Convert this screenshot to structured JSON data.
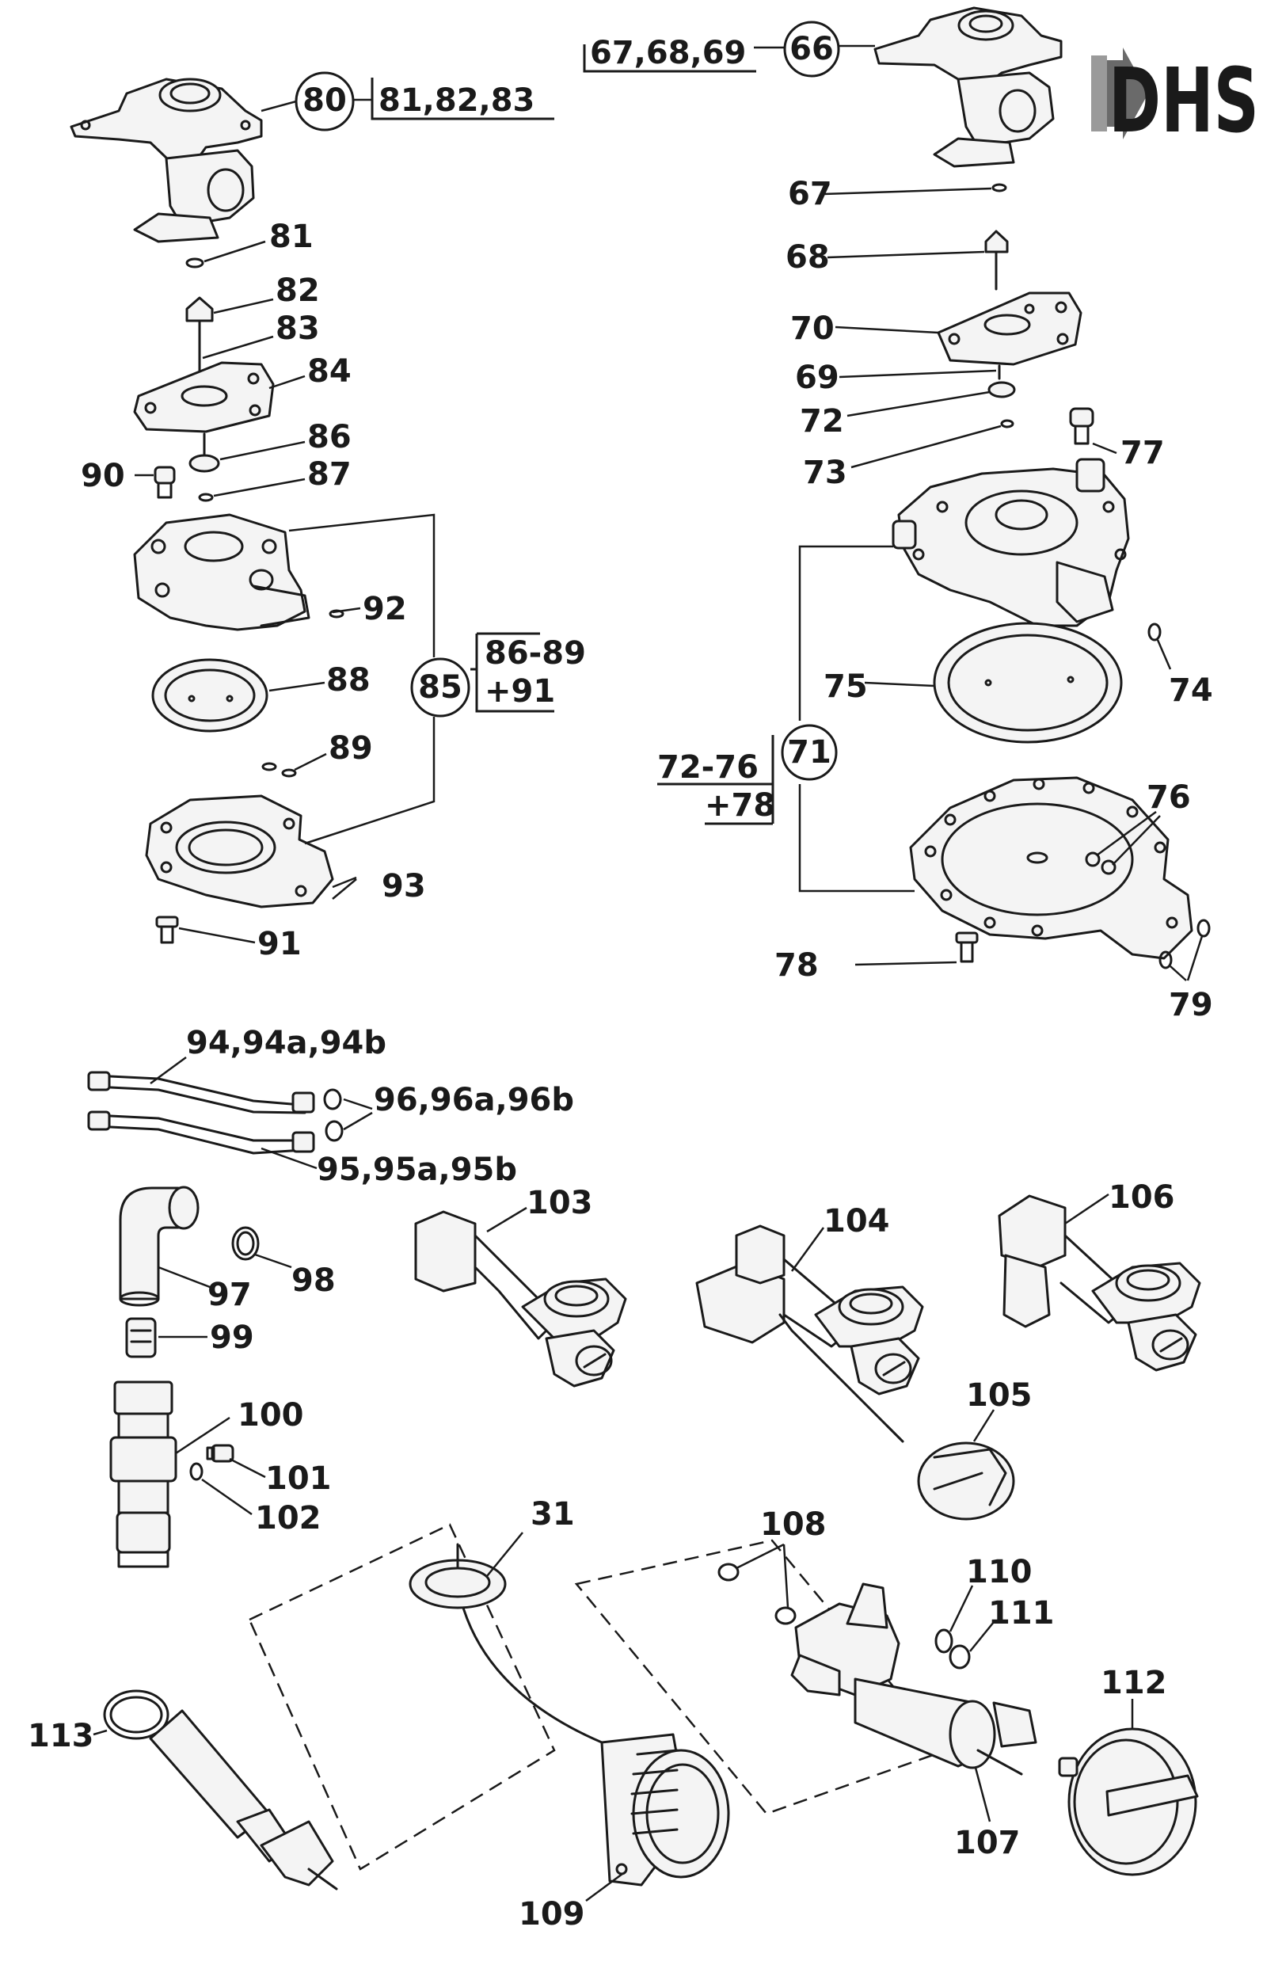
{
  "logo": {
    "text": "DHS"
  },
  "labels": {
    "l80": "80",
    "g80": "81,82,83",
    "l66": "66",
    "g66": "67,68,69",
    "l81": "81",
    "l82": "82",
    "l83": "83",
    "l84": "84",
    "l86": "86",
    "l87": "87",
    "l90": "90",
    "l92": "92",
    "l88": "88",
    "l89": "89",
    "l93": "93",
    "l91": "91",
    "l85": "85",
    "g85a": "86-89",
    "g85b": "+91",
    "l67": "67",
    "l68": "68",
    "l70": "70",
    "l69": "69",
    "l72": "72",
    "l73": "73",
    "l77": "77",
    "l74": "74",
    "l75": "75",
    "l71": "71",
    "g71a": "72-76",
    "g71b": "+78",
    "l76": "76",
    "l78": "78",
    "l79": "79",
    "l94": "94,94a,94b",
    "l96": "96,96a,96b",
    "l95": "95,95a,95b",
    "l97": "97",
    "l98": "98",
    "l99": "99",
    "l100": "100",
    "l101": "101",
    "l102": "102",
    "l103": "103",
    "l104": "104",
    "l105": "105",
    "l106": "106",
    "l31": "31",
    "l108": "108",
    "l110": "110",
    "l111": "111",
    "l112": "112",
    "l113": "113",
    "l109": "109",
    "l107": "107"
  },
  "colors": {
    "ink": "#1a1a1a",
    "paper": "#ffffff"
  }
}
